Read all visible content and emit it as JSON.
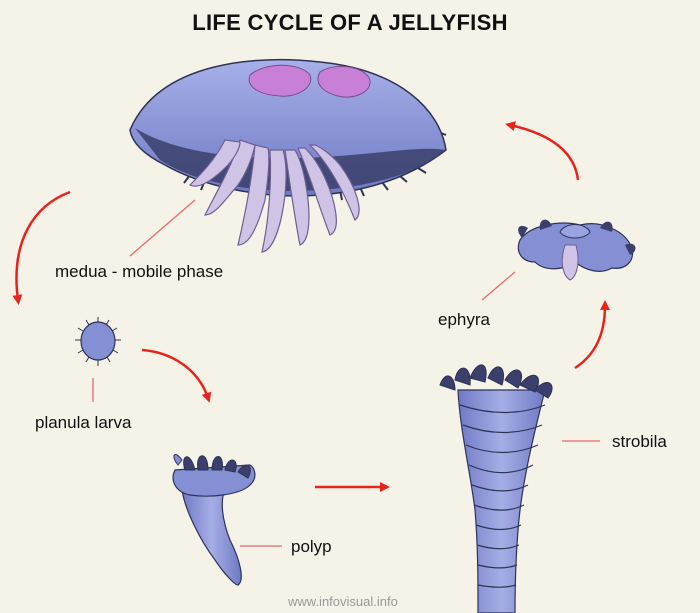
{
  "title": "LIFE CYCLE OF A JELLYFISH",
  "labels": {
    "medusa": "medua - mobile phase",
    "planula": "planula larva",
    "polyp": "polyp",
    "strobila": "strobila",
    "ephyra": "ephyra"
  },
  "credit": "www.infovisual.info",
  "colors": {
    "arrow": "#e8231c",
    "body_blue": "#8590d4",
    "body_dark": "#3a3f6b",
    "tentacle": "#cfc3e6",
    "gonad": "#c87fd6",
    "background": "#f5f2e8",
    "leader_line": "#e56a6a"
  }
}
